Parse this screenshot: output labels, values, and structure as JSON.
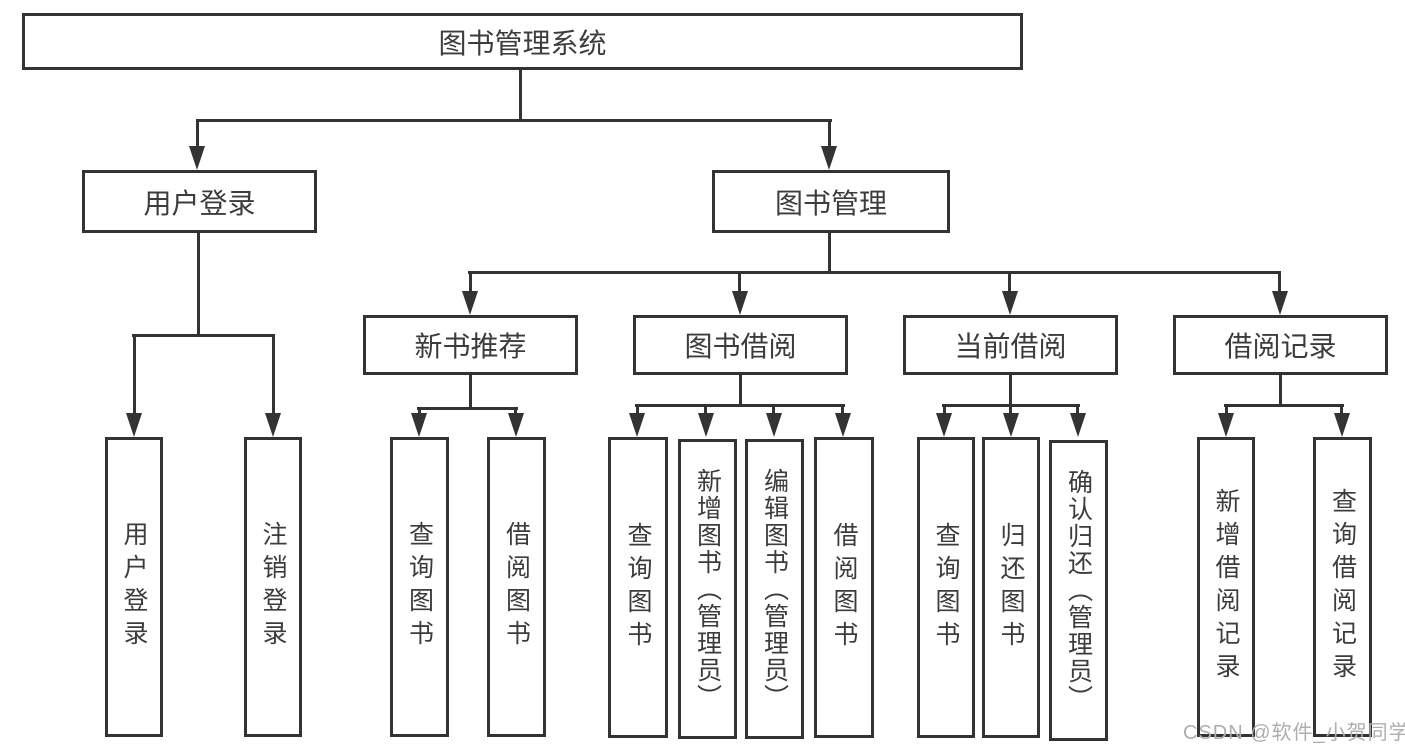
{
  "tree": {
    "label": "图书管理系统",
    "children": [
      {
        "label": "用户登录",
        "children": [
          {
            "label": "用户登录"
          },
          {
            "label": "注销登录"
          }
        ]
      },
      {
        "label": "图书管理",
        "children": [
          {
            "label": "新书推荐",
            "children": [
              {
                "label": "查询图书"
              },
              {
                "label": "借阅图书"
              }
            ]
          },
          {
            "label": "图书借阅",
            "children": [
              {
                "label": "查询图书"
              },
              {
                "label": "新增图书（管理员）"
              },
              {
                "label": "编辑图书（管理员）"
              },
              {
                "label": "借阅图书"
              }
            ]
          },
          {
            "label": "当前借阅",
            "children": [
              {
                "label": "查询图书"
              },
              {
                "label": "归还图书"
              },
              {
                "label": "确认归还（管理员）"
              }
            ]
          },
          {
            "label": "借阅记录",
            "children": [
              {
                "label": "新增借阅记录"
              },
              {
                "label": "查询借阅记录"
              }
            ]
          }
        ]
      }
    ]
  },
  "watermark": {
    "text": "CSDN @软件_小贺同学"
  },
  "colors": {
    "line": "#333333",
    "box_border": "#333333",
    "text": "#3c3c3c",
    "background": "#ffffff",
    "watermark_text": "#aeaeb2"
  }
}
